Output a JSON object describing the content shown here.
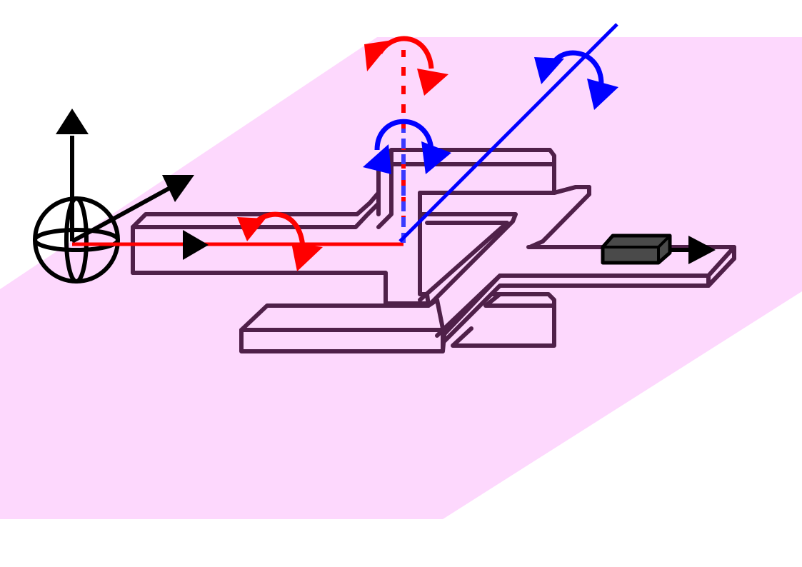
{
  "diagram": {
    "colors": {
      "background": "#ffffff",
      "plane": "#fdd8fd",
      "mechanism": "#4f2049",
      "first_joint": "#ff0000",
      "second_joint": "#0000ff",
      "frame": "#000000",
      "slider_block": "#4a4a4a"
    },
    "elements": [
      "base-plane",
      "coordinate-frame",
      "planar-linkage",
      "red-joint-axis",
      "blue-joint-axis",
      "rotation-arrows",
      "prismatic-slider"
    ]
  }
}
